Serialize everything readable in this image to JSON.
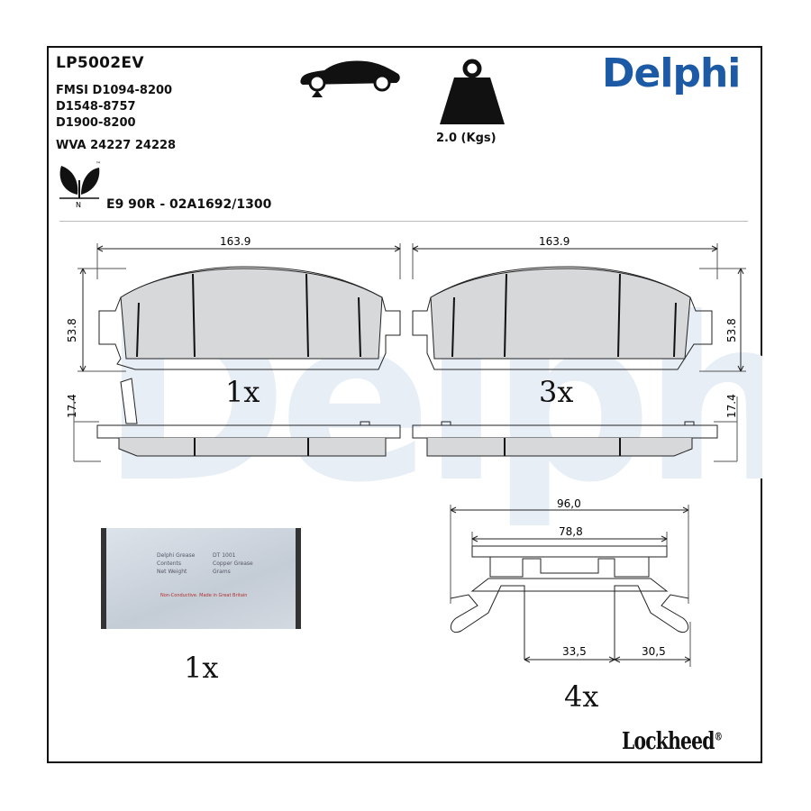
{
  "header": {
    "part_number": "LP5002EV",
    "fmsi": "FMSI D1094-8200",
    "ref1": "D1548-8757",
    "ref2": "D1900-8200",
    "wva": "WVA 24227 24228",
    "approval": "E9 90R - 02A1692/1300",
    "eco_mark": "N",
    "trademark": "™"
  },
  "weight": {
    "label": "2.0 (Kgs)",
    "icon": "weight-icon"
  },
  "vehicle": {
    "icon": "car-front-axle-icon"
  },
  "brand": {
    "name": "Delphi",
    "watermark": "Delphi",
    "color": "#1d5aa6"
  },
  "pads": {
    "left": {
      "width": "163.9",
      "height": "53.8",
      "thickness": "17.4",
      "qty": "1x"
    },
    "right": {
      "width": "163.9",
      "height": "53.8",
      "thickness": "17.4",
      "qty": "3x"
    }
  },
  "grease": {
    "qty": "1x",
    "lines": [
      "Delphi Grease",
      "Contents",
      "Net Weight",
      "DT 1001",
      "Copper Grease",
      "Grams"
    ],
    "red_line": "Non-Conductive. Made in Great Britain"
  },
  "clip": {
    "overall": "96,0",
    "inner": "78,8",
    "left_dim": "33,5",
    "right_dim": "30,5",
    "qty": "4x"
  },
  "footer": {
    "brand": "Lockheed",
    "reg": "®"
  }
}
